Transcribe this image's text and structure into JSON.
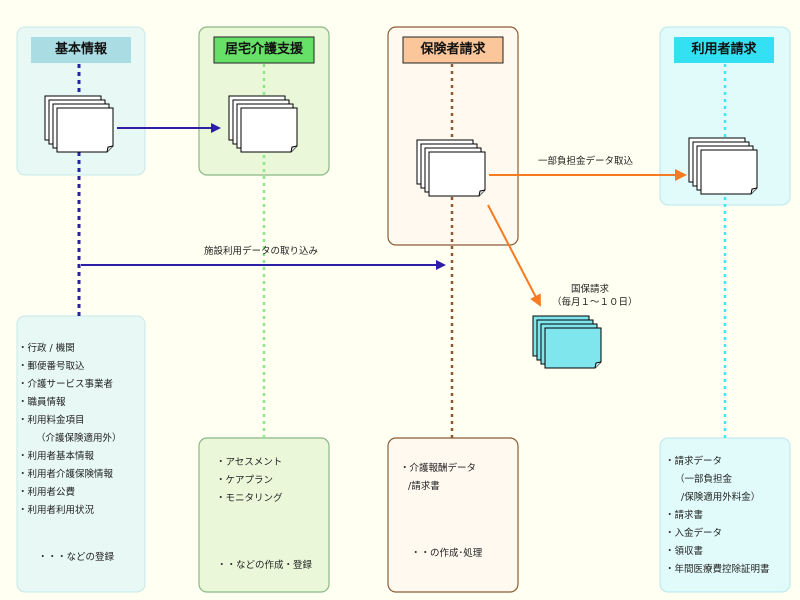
{
  "colors": {
    "basic": "#a9dde3",
    "kyotaku": "#66e066",
    "hoken": "#fbc79a",
    "riyosha": "#33e1f2",
    "arrow_blue": "#2c1ea6",
    "arrow_orange": "#f57a21",
    "box_basic": "#e8f8f4",
    "box_kyotaku": "#eaf8d9",
    "box_hoken": "#fff9f0",
    "box_riyosha": "#e0fbfa"
  },
  "headers": {
    "basic": "基本情報",
    "kyotaku": "居宅介護支援",
    "hoken": "保険者請求",
    "riyosha": "利用者請求"
  },
  "flows": {
    "shisetsu": "施設利用データの取り込み",
    "ichibu": "一部負担金データ取込",
    "kokuho_line1": "国保請求",
    "kokuho_line2": "（毎月１～１０日）"
  },
  "basic_list": [
    "・行政 / 機関",
    "・郵便番号取込",
    "・介護サービス事業者",
    "・職員情報",
    "・利用料金項目",
    "（介護保険適用外）",
    "・利用者基本情報",
    "・利用者介護保険情報",
    "・利用者公費",
    "・利用者利用状況"
  ],
  "basic_footer": "・・・などの登録",
  "kyotaku_list": [
    "・アセスメント",
    "・ケアプラン",
    "・モニタリング"
  ],
  "kyotaku_footer": "・・などの作成・登録",
  "hoken_list": [
    "・介護報酬データ",
    "/請求書"
  ],
  "hoken_footer": "・・の作成･処理",
  "riyosha_list": [
    "・請求データ",
    "（一部負担金",
    "/保険適用外料金）",
    "・請求書",
    "・入金データ",
    "・領収書",
    "・年間医療費控除証明書"
  ]
}
